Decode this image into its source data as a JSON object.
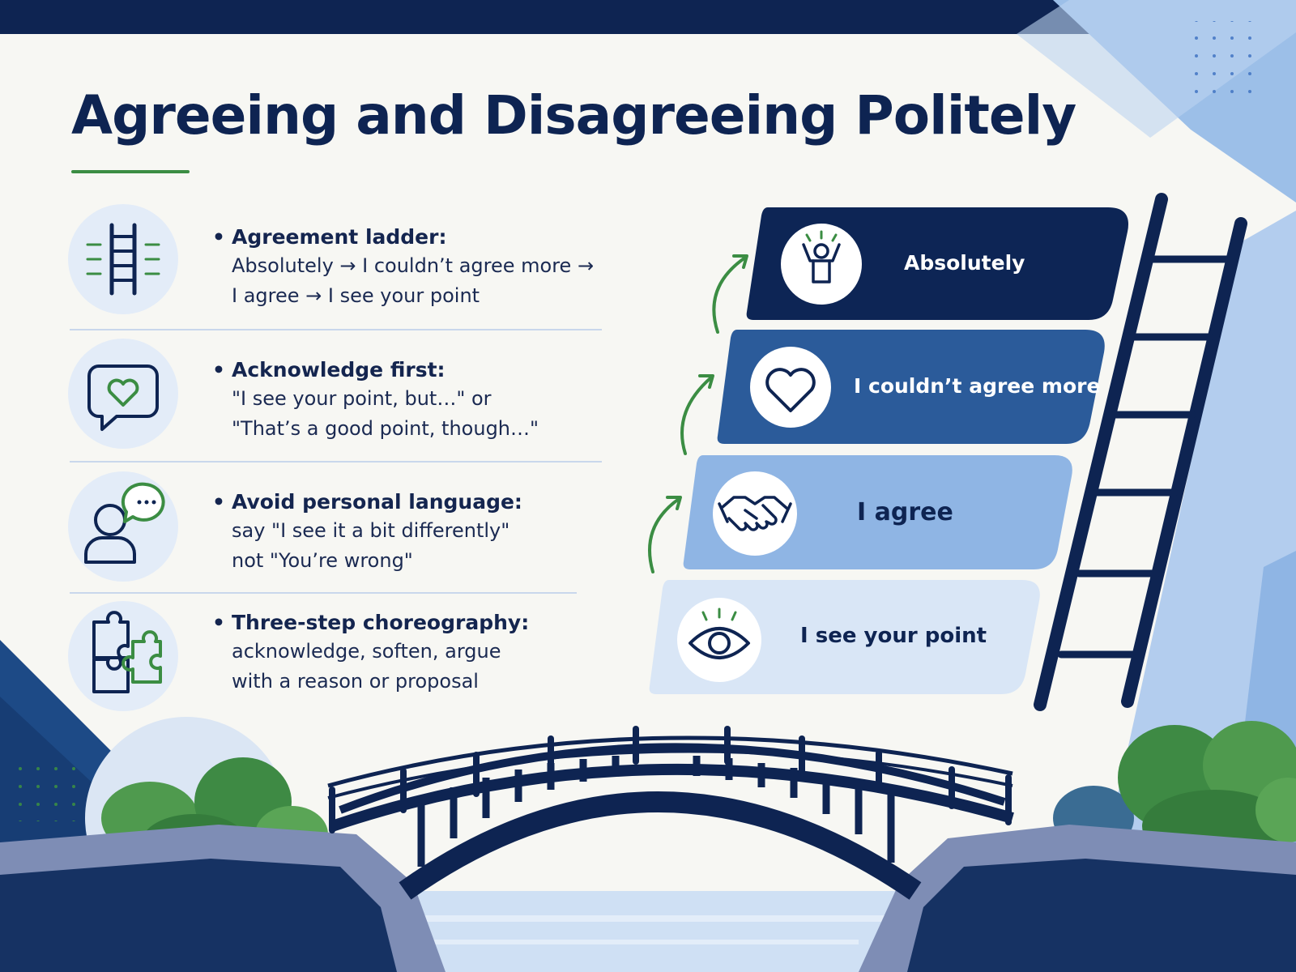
{
  "title": "Agreeing and Disagreeing Politely",
  "tips": [
    {
      "heading": "Agreement ladder:",
      "lines": [
        "Absolutely → I couldn’t agree more →",
        "I agree → I see your point"
      ],
      "icon": "ladder-icon"
    },
    {
      "heading": "Acknowledge first:",
      "lines": [
        "\"I see your point, but…\" or",
        "\"That’s a good point, though…\""
      ],
      "icon": "speech-heart-icon"
    },
    {
      "heading": "Avoid personal language:",
      "lines": [
        "say \"I see it a bit differently\"",
        "not \"You’re wrong\""
      ],
      "icon": "person-chat-icon"
    },
    {
      "heading": "Three-step choreography:",
      "lines": [
        "acknowledge, soften, argue",
        "with a reason or proposal"
      ],
      "icon": "puzzle-icon"
    }
  ],
  "ladder_steps": [
    {
      "label": "Absolutely",
      "icon": "cheering-person-icon"
    },
    {
      "label": "I couldn’t agree more",
      "icon": "heart-icon"
    },
    {
      "label": "I agree",
      "icon": "handshake-icon"
    },
    {
      "label": "I see your point",
      "icon": "eye-icon"
    }
  ],
  "colors": {
    "navy": "#0e2452",
    "step_top": "#0d2555",
    "step_second": "#2b5b9a",
    "step_third": "#8fb5e4",
    "step_bottom": "#d9e6f6",
    "green": "#3b8d43",
    "background": "#f7f7f3"
  }
}
